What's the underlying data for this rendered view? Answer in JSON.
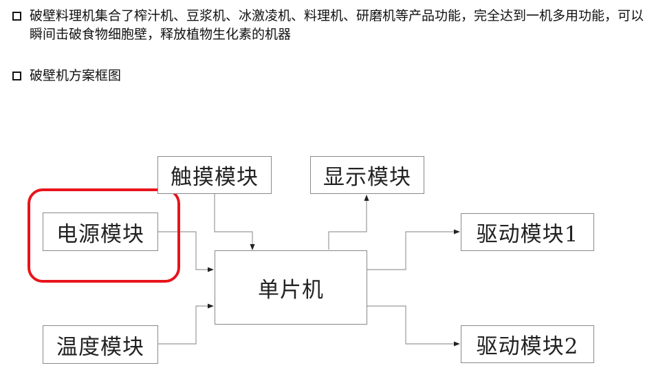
{
  "bullets": [
    "破壁料理机集合了榨汁机、豆浆机、冰激凌机、料理机、研磨机等产品功能，完全达到一机多用功能，可以瞬间击破食物细胞壁，释放植物生化素的机器",
    "破壁机方案框图"
  ],
  "diagram": {
    "modules": {
      "touch": "触摸模块",
      "display": "显示模块",
      "power": "电源模块",
      "mcu": "单片机",
      "drive1": "驱动模块1",
      "temperature": "温度模块",
      "drive2": "驱动模块2"
    },
    "colors": {
      "box_border": "#888888",
      "arrow": "#222222",
      "highlight": "#e8141b"
    },
    "highlighted_module": "power"
  }
}
